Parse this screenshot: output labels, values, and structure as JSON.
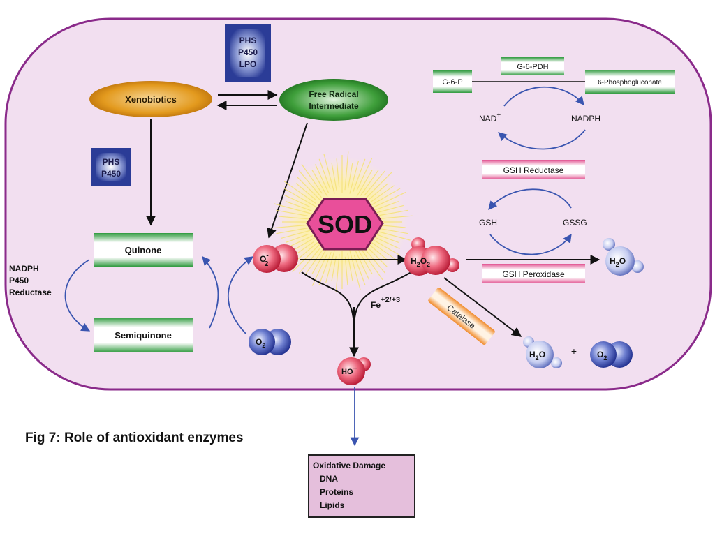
{
  "caption": "Fig 7:  Role of antioxidant enzymes",
  "enzyme_boxes": {
    "top": [
      "PHS",
      "P450",
      "LPO"
    ],
    "left": [
      "PHS",
      "P450"
    ]
  },
  "nodes": {
    "xenobiotics": "Xenobiotics",
    "free_radical": [
      "Free Radical",
      "Intermediate"
    ],
    "quinone": "Quinone",
    "semiquinone": "Semiquinone",
    "sod": "SOD"
  },
  "reductase": [
    "NADPH",
    "P450",
    "Reductase"
  ],
  "molecules": {
    "superoxide": {
      "main": "O",
      "sup": "-",
      "sub": "2"
    },
    "oxygen_left": {
      "main": "O",
      "sub": "2"
    },
    "h2o2": {
      "a": "H",
      "b": "2",
      "c": "O",
      "d": "2"
    },
    "hydroxyl": "HO",
    "water_a": {
      "a": "H",
      "b": "2",
      "c": "O"
    },
    "water_b": {
      "a": "H",
      "b": "2",
      "c": "O"
    },
    "oxygen_right": {
      "main": "O",
      "sub": "2"
    },
    "plus": "+"
  },
  "iron": {
    "main": "Fe",
    "sup": "+2/+3"
  },
  "catalase": "Catalase",
  "pentose": {
    "g6p": "G-6-P",
    "g6pdh": "G-6-PDH",
    "phosphogluconate": "6-Phosphogluconate",
    "nad": "NAD",
    "nad_sup": "+",
    "nadph": "NADPH"
  },
  "glutathione": {
    "reductase": "GSH Reductase",
    "gsh": "GSH",
    "gssg": "GSSG",
    "peroxidase": "GSH Peroxidase"
  },
  "damage": {
    "title": "Oxidative Damage",
    "items": [
      "DNA",
      "Proteins",
      "Lipids"
    ]
  },
  "colors": {
    "cell_fill": "#f2dff0",
    "cell_border": "#8a2a8a",
    "green_bar": "#3ea84a",
    "pink_bar": "#e8609a",
    "blue_box": "#2b3c97",
    "arrow_blue": "#3a55b0"
  }
}
